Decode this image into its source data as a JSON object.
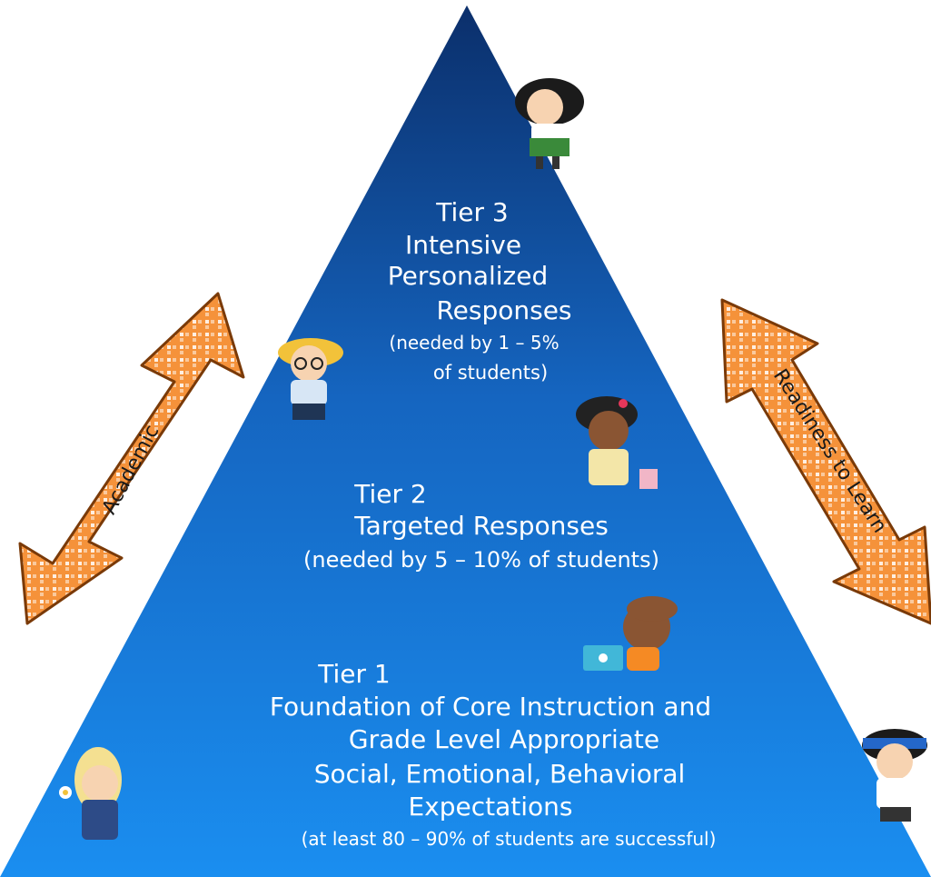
{
  "diagram": {
    "tier3": {
      "title": "Tier 3",
      "line1": "Intensive",
      "line2": "Personalized",
      "line3": "Responses",
      "note1": "(needed by 1 – 5%",
      "note2": "of students)"
    },
    "tier2": {
      "title": "Tier 2",
      "line1": "Targeted Responses",
      "note": "(needed by 5 – 10% of students)"
    },
    "tier1": {
      "title": "Tier 1",
      "line1": "Foundation of Core Instruction and",
      "line2": "Grade Level Appropriate",
      "line3": "Social, Emotional, Behavioral",
      "line4": "Expectations",
      "note": "(at least 80 – 90% of students are successful)"
    },
    "left_arrow_label": "Academic",
    "right_arrow_label": "Readiness to Learn",
    "colors": {
      "pyramid_top": "#0b2f6b",
      "pyramid_bottom": "#1a8ef0",
      "arrow_fill": "#f5923a",
      "arrow_stroke": "#7a3a08",
      "text": "#ffffff"
    }
  }
}
